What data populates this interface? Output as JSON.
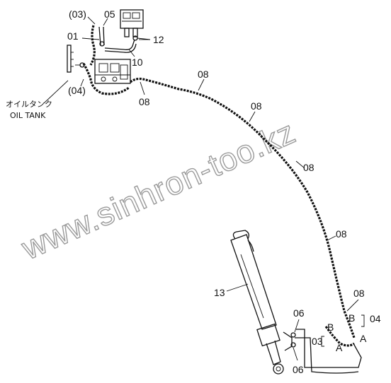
{
  "labels": {
    "p03_top": "(03)",
    "p05": "05",
    "p01": "01",
    "p12": "12",
    "p10": "10",
    "p04_paren": "(04)",
    "p08_a": "08",
    "p08_b": "08",
    "p08_c": "08",
    "p08_d": "08",
    "p08_e": "08",
    "p08_f": "08",
    "p13": "13",
    "p06_top": "06",
    "p06_bottom": "06",
    "p03_bottom": "03",
    "p04_bottom": "04",
    "letter_b_left": "B",
    "letter_b_right": "B",
    "letter_a_left": "A",
    "letter_a_right": "A"
  },
  "oil_tank": {
    "japanese": "オイルタンク",
    "english": "OIL TANK"
  },
  "watermark": {
    "line1": "www.sinhron-too.kz"
  }
}
